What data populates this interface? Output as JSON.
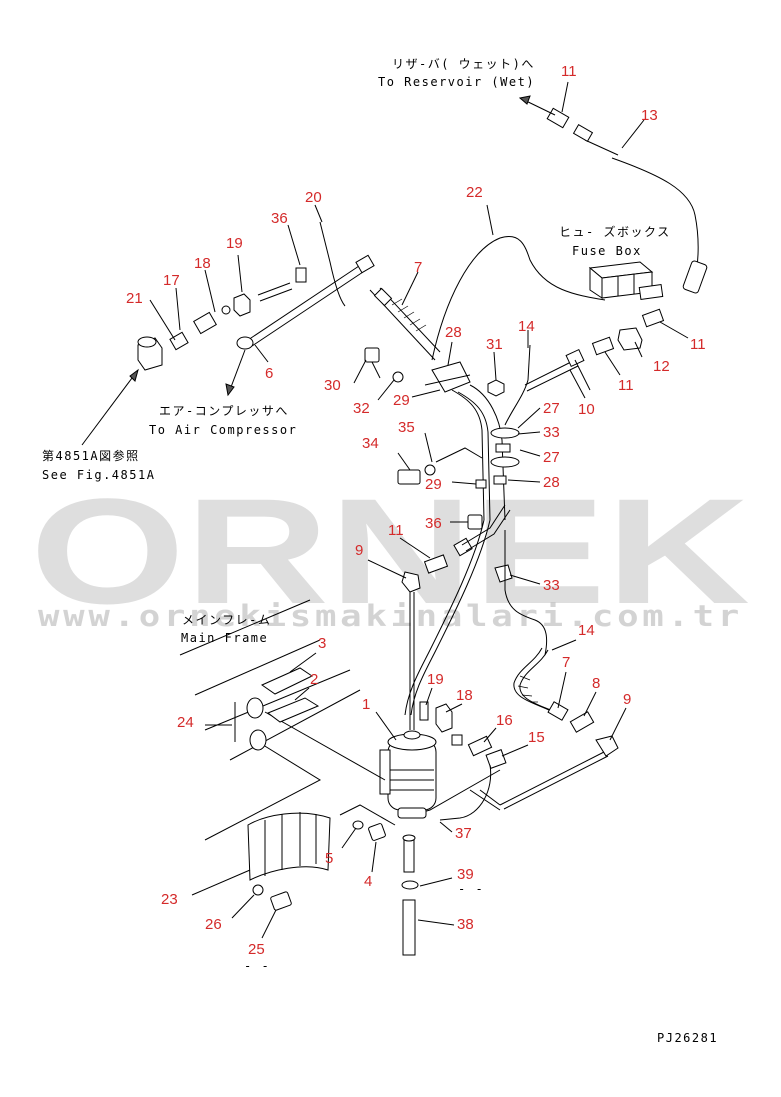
{
  "notes": {
    "reservoir_jp": "リザ-バ( ウェット)へ",
    "reservoir_en": "To Reservoir (Wet)",
    "fusebox_jp": "ヒュ- ズボックス",
    "fusebox_en": "Fuse Box",
    "compressor_jp": "エア-コンプレッサへ",
    "compressor_en": "To Air Compressor",
    "ref_jp": "第4851A図参照",
    "ref_en": "See Fig.4851A",
    "mainframe_jp": "メインフレ-ム",
    "mainframe_en": "Main Frame",
    "drawing_code": "PJ26281"
  },
  "watermark": {
    "brand": "ORNEK",
    "url": "www.ornekismakinalari.com.tr"
  },
  "callouts": [
    "11",
    "13",
    "20",
    "22",
    "36",
    "19",
    "18",
    "17",
    "7",
    "21",
    "14",
    "28",
    "31",
    "30",
    "32",
    "29",
    "6",
    "10",
    "11",
    "12",
    "11",
    "27",
    "33",
    "27",
    "35",
    "34",
    "29",
    "28",
    "36",
    "11",
    "9",
    "33",
    "14",
    "7",
    "8",
    "9",
    "3",
    "2",
    "1",
    "19",
    "18",
    "16",
    "15",
    "24",
    "37",
    "5",
    "4",
    "39",
    "23",
    "26",
    "38",
    "25"
  ],
  "icons": [
    "arrow-up-left-icon",
    "arrow-down-icon",
    "arrow-up-icon"
  ],
  "colors": {
    "callout": "#d42a2a",
    "linework": "#000000",
    "watermark": "#c4c4c4"
  }
}
